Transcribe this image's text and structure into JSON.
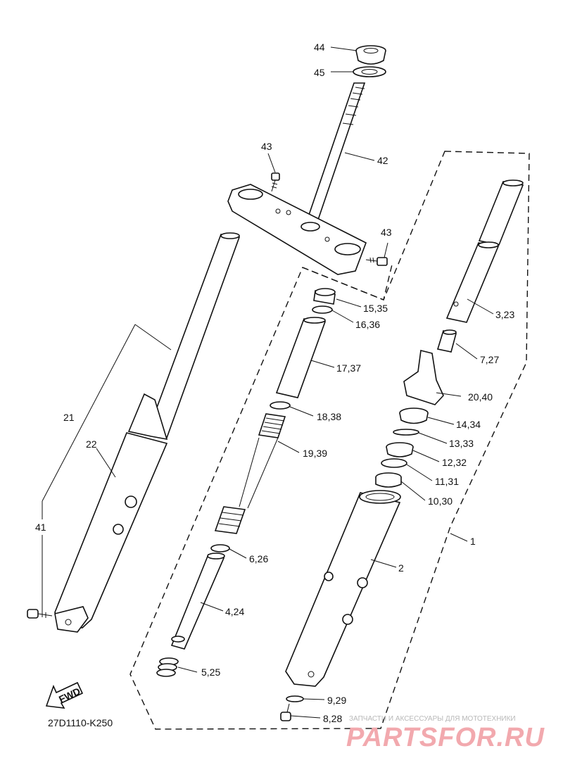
{
  "labels": {
    "p44": "44",
    "p45": "45",
    "p42": "42",
    "p43a": "43",
    "p43b": "43",
    "p1535": "15,35",
    "p1636": "16,36",
    "p1737": "17,37",
    "p1838": "18,38",
    "p1939": "19,39",
    "p626": "6,26",
    "p424": "4,24",
    "p525": "5,25",
    "p323": "3,23",
    "p727": "7,27",
    "p2040": "20,40",
    "p1434": "14,34",
    "p1333": "13,33",
    "p1232": "12,32",
    "p1131": "11,31",
    "p1030": "10,30",
    "p1": "1",
    "p2": "2",
    "p929": "9,29",
    "p828": "8,28",
    "p21": "21",
    "p22": "22",
    "p41": "41"
  },
  "fwd_label": "FWD",
  "diagram_code": "27D1110-K250",
  "watermark": {
    "caption": "ЗАПЧАСТИ И АКСЕССУАРЫ ДЛЯ МОТОТЕХНИКИ",
    "brand": "PARTSFOR.RU"
  }
}
